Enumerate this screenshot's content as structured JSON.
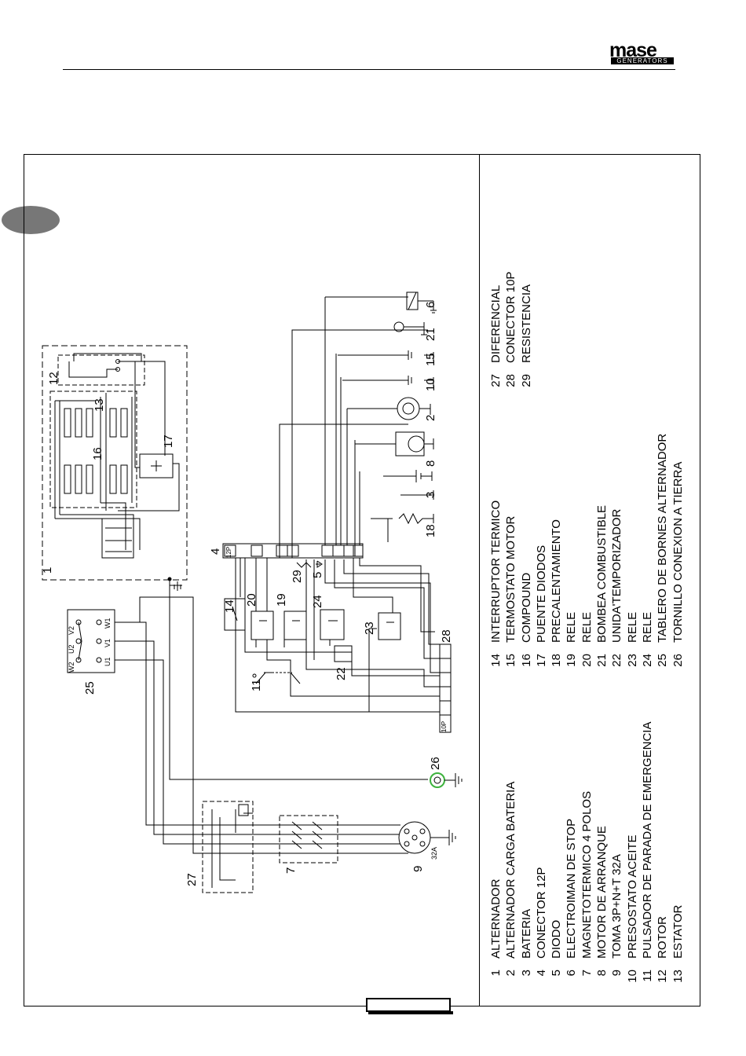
{
  "header": {
    "brand": "mase",
    "brand_sub": "GENERATORS"
  },
  "diagram_labels": {
    "n1": "1",
    "n2": "2",
    "n3": "3",
    "n4": "4",
    "n5": "5",
    "n6": "6",
    "n7": "7",
    "n8": "8",
    "n9": "9",
    "n10": "10",
    "n11": "11",
    "n12": "12",
    "n13": "13",
    "n14": "14",
    "n15": "15",
    "n16": "16",
    "n17": "17",
    "n18": "18",
    "n19": "19",
    "n20": "20",
    "n21": "21",
    "n22": "22",
    "n23": "23",
    "n24": "24",
    "n25": "25",
    "n26": "26",
    "n27": "27",
    "n28": "28",
    "n29": "29",
    "conn12p": "12P",
    "conn10p": "10P",
    "toma": "32A",
    "v2": "V2",
    "u2": "U2",
    "w2": "W2",
    "v1": "V1",
    "u1": "U1",
    "w1": "W1"
  },
  "legend": {
    "col1": [
      {
        "num": "1",
        "label": "ALTERNADOR"
      },
      {
        "num": "2",
        "label": "ALTERNADOR CARGA BATERIA"
      },
      {
        "num": "3",
        "label": "BATERIA"
      },
      {
        "num": "4",
        "label": "CONECTOR 12P"
      },
      {
        "num": "5",
        "label": "DIODO"
      },
      {
        "num": "6",
        "label": "ELECTROIMAN DE STOP"
      },
      {
        "num": "7",
        "label": "MAGNETOTERMICO 4 POLOS"
      },
      {
        "num": "8",
        "label": "MOTOR DE ARRANQUE"
      },
      {
        "num": "9",
        "label": "TOMA 3P+N+T 32A"
      },
      {
        "num": "10",
        "label": "PRESOSTATO ACEITE"
      },
      {
        "num": "11",
        "label": "PULSADOR DE PARADA DE EMERGENCIA"
      },
      {
        "num": "12",
        "label": "ROTOR"
      },
      {
        "num": "13",
        "label": "ESTATOR"
      }
    ],
    "col2": [
      {
        "num": "14",
        "label": "INTERRUPTOR TERMICO"
      },
      {
        "num": "15",
        "label": "TERMOSTATO MOTOR"
      },
      {
        "num": "16",
        "label": "COMPOUND"
      },
      {
        "num": "17",
        "label": "PUENTE DIODOS"
      },
      {
        "num": "18",
        "label": "PRECALENTAMIENTO"
      },
      {
        "num": "19",
        "label": "RELE"
      },
      {
        "num": "20",
        "label": "RELE"
      },
      {
        "num": "21",
        "label": "BOMBEA COMBUSTIBLE"
      },
      {
        "num": "22",
        "label": "UNIDA'TEMPORIZADOR"
      },
      {
        "num": "23",
        "label": "RELE"
      },
      {
        "num": "24",
        "label": "RELE"
      },
      {
        "num": "25",
        "label": "TABLERO DE BORNES ALTERNADOR"
      },
      {
        "num": "26",
        "label": "TORNILLO CONEXION A TIERRA"
      }
    ],
    "col3": [
      {
        "num": "27",
        "label": "DIFERENCIAL"
      },
      {
        "num": "28",
        "label": "CONECTOR 10P"
      },
      {
        "num": "29",
        "label": "RESISTENCIA"
      }
    ]
  }
}
